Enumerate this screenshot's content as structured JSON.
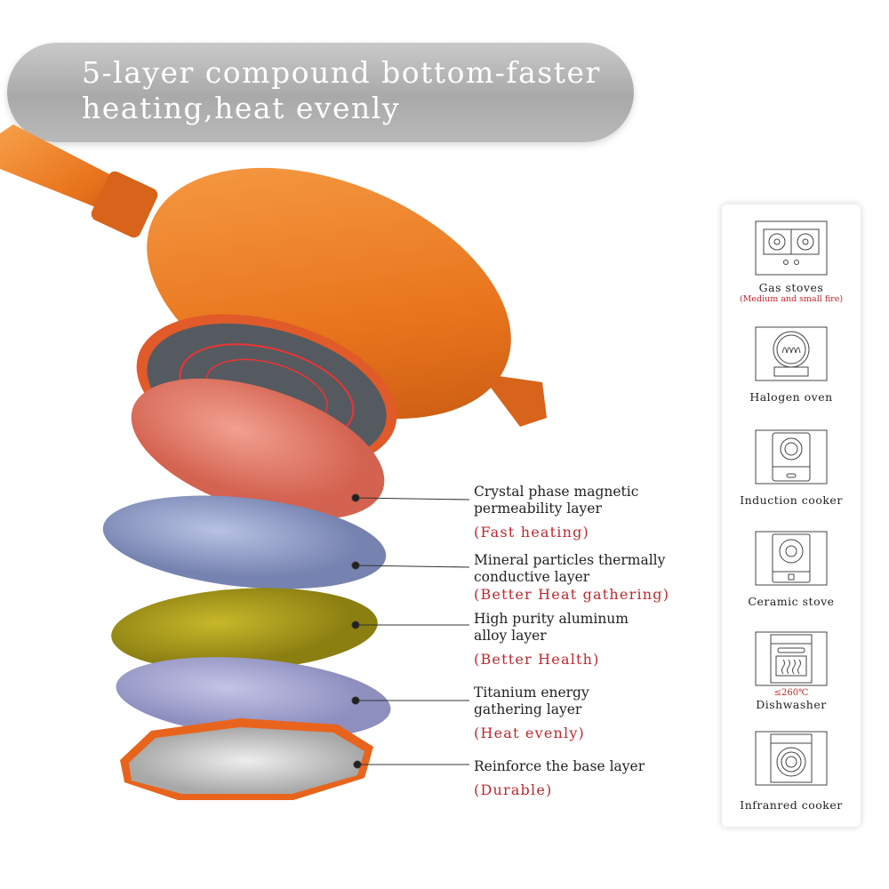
{
  "banner": {
    "line1": "5-layer compound bottom-faster",
    "line2": "heating,heat evenly"
  },
  "layers": [
    {
      "name": "Crystal phase magnetic permeability layer",
      "line1": "Crystal phase magnetic",
      "line2": "permeability layer",
      "benefit": "(Fast heating)"
    },
    {
      "name": "Mineral particles thermally conductive layer",
      "line1": "Mineral particles thermally",
      "line2": "conductive layer",
      "benefit": "(Better Heat gathering)"
    },
    {
      "name": "High purity aluminum alloy layer",
      "line1": "High purity aluminum",
      "line2": "alloy layer",
      "benefit": "(Better Health)"
    },
    {
      "name": "Titanium energy gathering layer",
      "line1": "Titanium energy",
      "line2": "gathering layer",
      "benefit": "(Heat evenly)"
    },
    {
      "name": "Reinforce the base layer",
      "line1": "Reinforce the base layer",
      "line2": "",
      "benefit": "(Durable)"
    }
  ],
  "compatibility": [
    {
      "label": "Gas stoves",
      "note": "(Medium and small fire)",
      "icon": "gas-stove-icon"
    },
    {
      "label": "Halogen oven",
      "icon": "halogen-oven-icon"
    },
    {
      "label": "Induction cooker",
      "icon": "induction-cooker-icon"
    },
    {
      "label": "Ceramic stove",
      "icon": "ceramic-stove-icon"
    },
    {
      "label": "Dishwasher",
      "note_top": "≤260℃",
      "icon": "dishwasher-icon"
    },
    {
      "label": "Infranred cooker",
      "icon": "infrared-cooker-icon"
    }
  ],
  "colors": {
    "accent_red": "#c0282d",
    "pan_orange": "#e8741c"
  }
}
